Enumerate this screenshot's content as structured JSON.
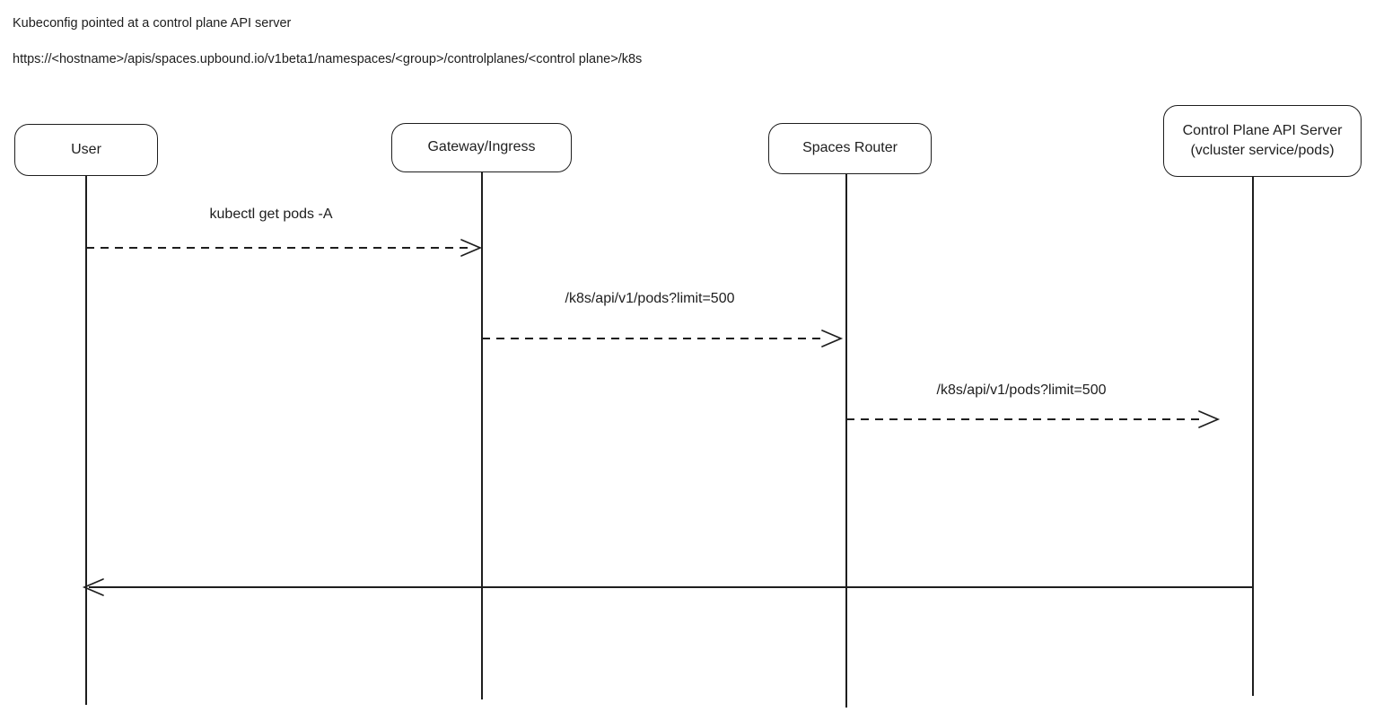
{
  "header": {
    "title": "Kubeconfig pointed at a control plane API server",
    "url": "https://<hostname>/apis/spaces.upbound.io/v1beta1/namespaces/<group>/controlplanes/<control plane>/k8s"
  },
  "diagram": {
    "type": "sequence",
    "stroke_color": "#1e1e1e",
    "background_color": "#ffffff",
    "actors": [
      {
        "label": "User"
      },
      {
        "label": "Gateway/Ingress"
      },
      {
        "label": "Spaces Router"
      },
      {
        "label": "Control Plane API Server",
        "sublabel": "(vcluster service/pods)"
      }
    ],
    "messages": [
      {
        "from": "User",
        "to": "Gateway/Ingress",
        "label": "kubectl get pods -A",
        "line_style": "dashed",
        "direction": "right"
      },
      {
        "from": "Gateway/Ingress",
        "to": "Spaces Router",
        "label": "/k8s/api/v1/pods?limit=500",
        "line_style": "dashed",
        "direction": "right"
      },
      {
        "from": "Spaces Router",
        "to": "Control Plane API Server",
        "label": "/k8s/api/v1/pods?limit=500",
        "line_style": "dashed",
        "direction": "right"
      },
      {
        "from": "Control Plane API Server",
        "to": "User",
        "label": "",
        "line_style": "solid",
        "direction": "left"
      }
    ]
  }
}
